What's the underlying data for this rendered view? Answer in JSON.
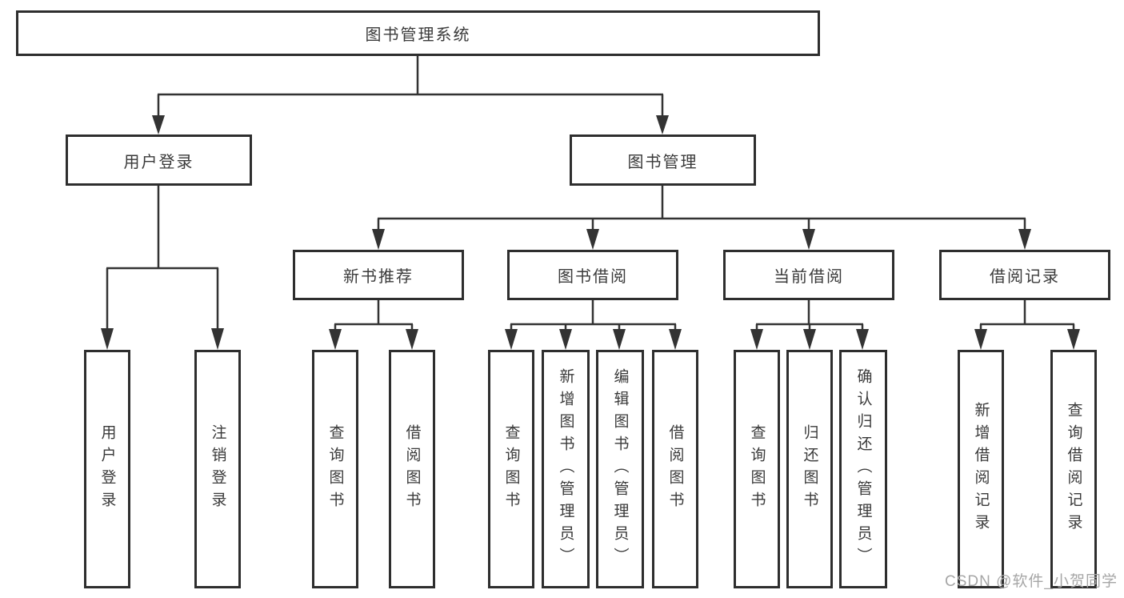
{
  "diagram": {
    "root": {
      "label": "图书管理系统"
    },
    "level2": [
      {
        "label": "用户登录",
        "parent": "图书管理系统"
      },
      {
        "label": "图书管理",
        "parent": "图书管理系统"
      }
    ],
    "level3": [
      {
        "label": "新书推荐",
        "parent": "图书管理"
      },
      {
        "label": "图书借阅",
        "parent": "图书管理"
      },
      {
        "label": "当前借阅",
        "parent": "图书管理"
      },
      {
        "label": "借阅记录",
        "parent": "图书管理"
      }
    ],
    "leaves": [
      {
        "label": "用户登录",
        "parent": "用户登录"
      },
      {
        "label": "注销登录",
        "parent": "用户登录"
      },
      {
        "label": "查询图书",
        "parent": "新书推荐"
      },
      {
        "label": "借阅图书",
        "parent": "新书推荐"
      },
      {
        "label": "查询图书",
        "parent": "图书借阅"
      },
      {
        "label": "新增图书（管理员）",
        "parent": "图书借阅"
      },
      {
        "label": "编辑图书（管理员）",
        "parent": "图书借阅"
      },
      {
        "label": "借阅图书",
        "parent": "图书借阅"
      },
      {
        "label": "查询图书",
        "parent": "当前借阅"
      },
      {
        "label": "归还图书",
        "parent": "当前借阅"
      },
      {
        "label": "确认归还（管理员）",
        "parent": "当前借阅"
      },
      {
        "label": "新增借阅记录",
        "parent": "借阅记录"
      },
      {
        "label": "查询借阅记录",
        "parent": "借阅记录"
      }
    ]
  },
  "watermark": {
    "text": "CSDN @软件_小贺同学"
  },
  "colors": {
    "line": "#333333",
    "box_border": "#2e2e2e",
    "text": "#3a3a3a",
    "watermark": "#a6a6a6",
    "background": "#ffffff"
  }
}
